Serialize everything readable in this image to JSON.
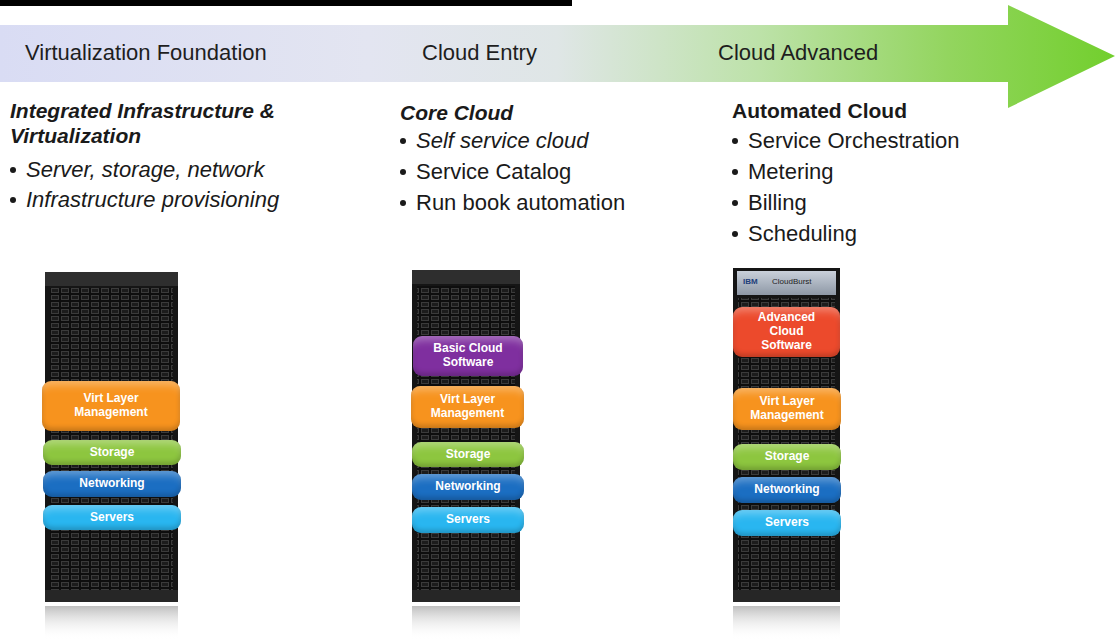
{
  "diagram": {
    "nodes": [
      {
        "text": [
          "Virtualization Foundation",
          "Cloud Entry",
          "Cloud Advanced"
        ]
      },
      {
        "text": [
          "Virt Layer Management"
        ]
      },
      {
        "text": [
          "Storage"
        ]
      },
      {
        "text": [
          "Networking"
        ]
      },
      {
        "text": [
          "Servers"
        ]
      },
      {
        "text": [
          "Basic Cloud Software"
        ]
      },
      {
        "text": [
          "Virt Layer Management"
        ]
      },
      {
        "text": [
          "Storage"
        ]
      },
      {
        "text": [
          "Networking"
        ]
      },
      {
        "text": [
          "Servers"
        ]
      },
      {
        "text": [
          "Advanced Cloud Software"
        ]
      },
      {
        "text": [
          "Virt Layer Management"
        ]
      },
      {
        "text": [
          "Storage"
        ]
      },
      {
        "text": [
          "Networking"
        ]
      },
      {
        "text": [
          "Servers"
        ]
      }
    ],
    "labels": [
      "Integrated Infrastructure & Virtualization",
      "Server, storage, network",
      "Infrastructure provisioning",
      "Core Cloud",
      "Self service cloud",
      "Service Catalog",
      "Run book automation",
      "Automated Cloud",
      "Service Orchestration",
      "Metering",
      "Billing",
      "Scheduling",
      "IBM",
      "CloudBurst"
    ]
  }
}
